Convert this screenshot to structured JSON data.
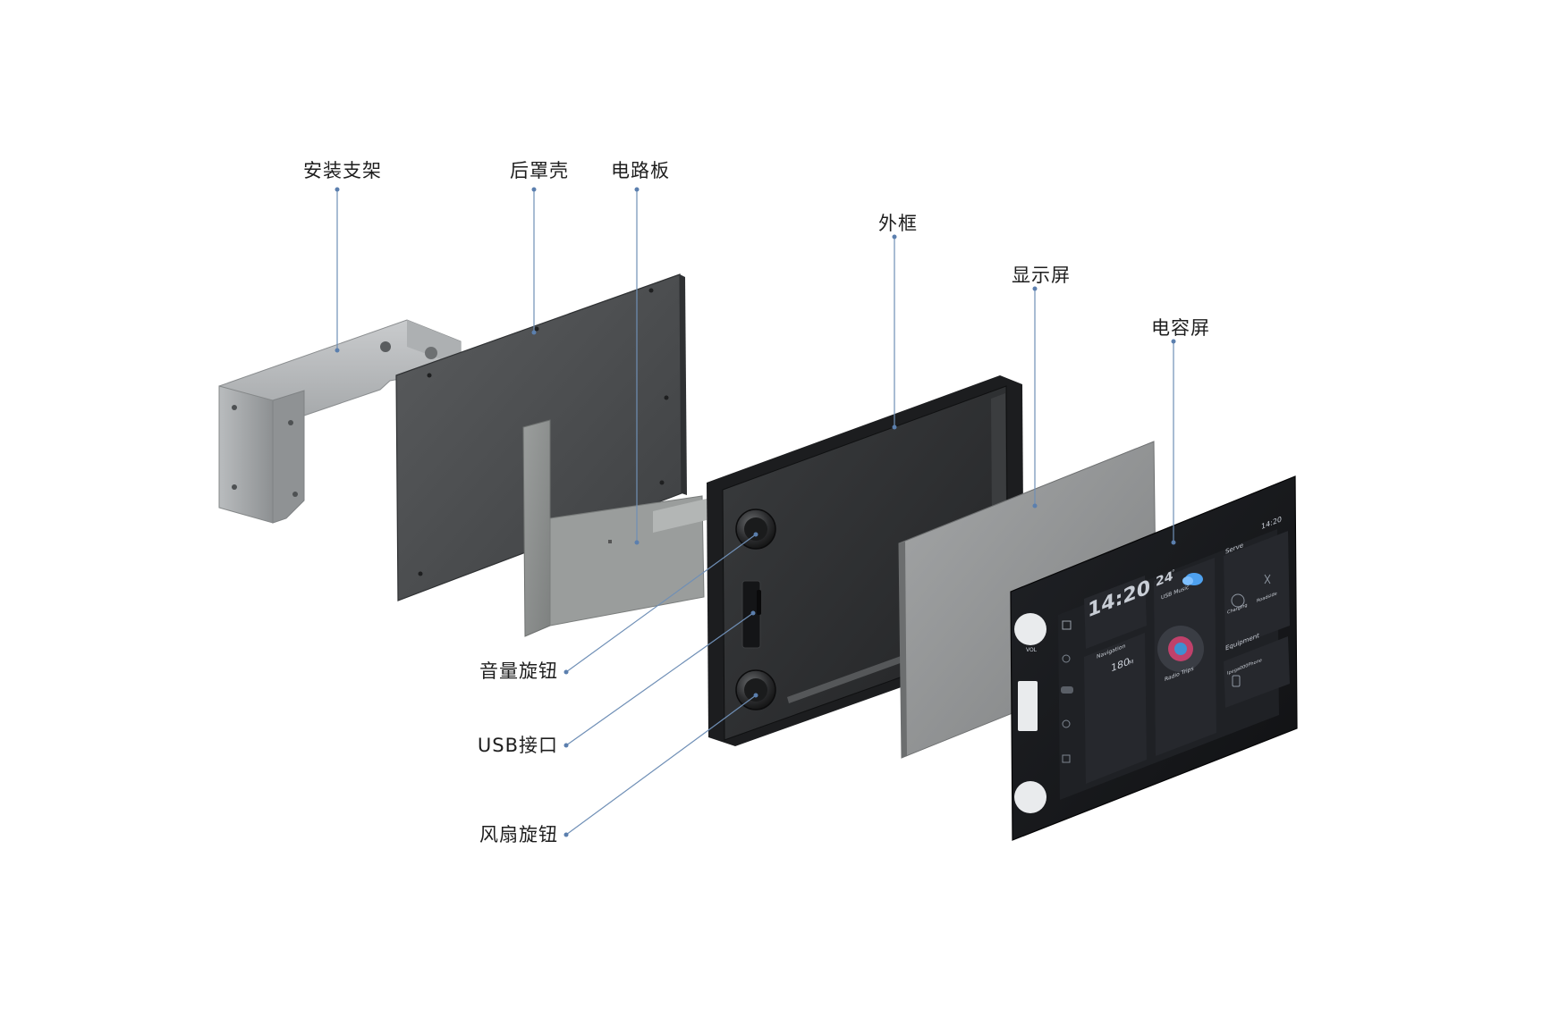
{
  "labels": {
    "mount_bracket": "安装支架",
    "rear_cover": "后罩壳",
    "circuit_board": "电路板",
    "outer_frame": "外框",
    "display": "显示屏",
    "touch_screen": "电容屏",
    "volume_knob": "音量旋钮",
    "usb_port": "USB接口",
    "fan_knob": "风扇旋钮"
  },
  "screen_ui": {
    "status_time": "14:20",
    "clock": "14:20",
    "temperature": "24",
    "temp_unit": "°",
    "navigation_title": "Navigation",
    "distance": "180",
    "distance_unit": "M",
    "music_title": "USB Music",
    "track_name": "Radio Trips",
    "serve_title": "Serve",
    "charging_label": "Charging",
    "roadside_label": "Roadside",
    "equipment_title": "Equipment",
    "device_label": "Ipega000Phone",
    "knob_label": "VOL"
  },
  "colors": {
    "leader": "#6f8fb6",
    "bracket": "#9a9d9f",
    "rear_cover": "#4a4c4e",
    "circuit_board": "#8a8d8c",
    "frame": "#2e3032",
    "display": "#8c8e8f",
    "glass": "#17181b"
  }
}
